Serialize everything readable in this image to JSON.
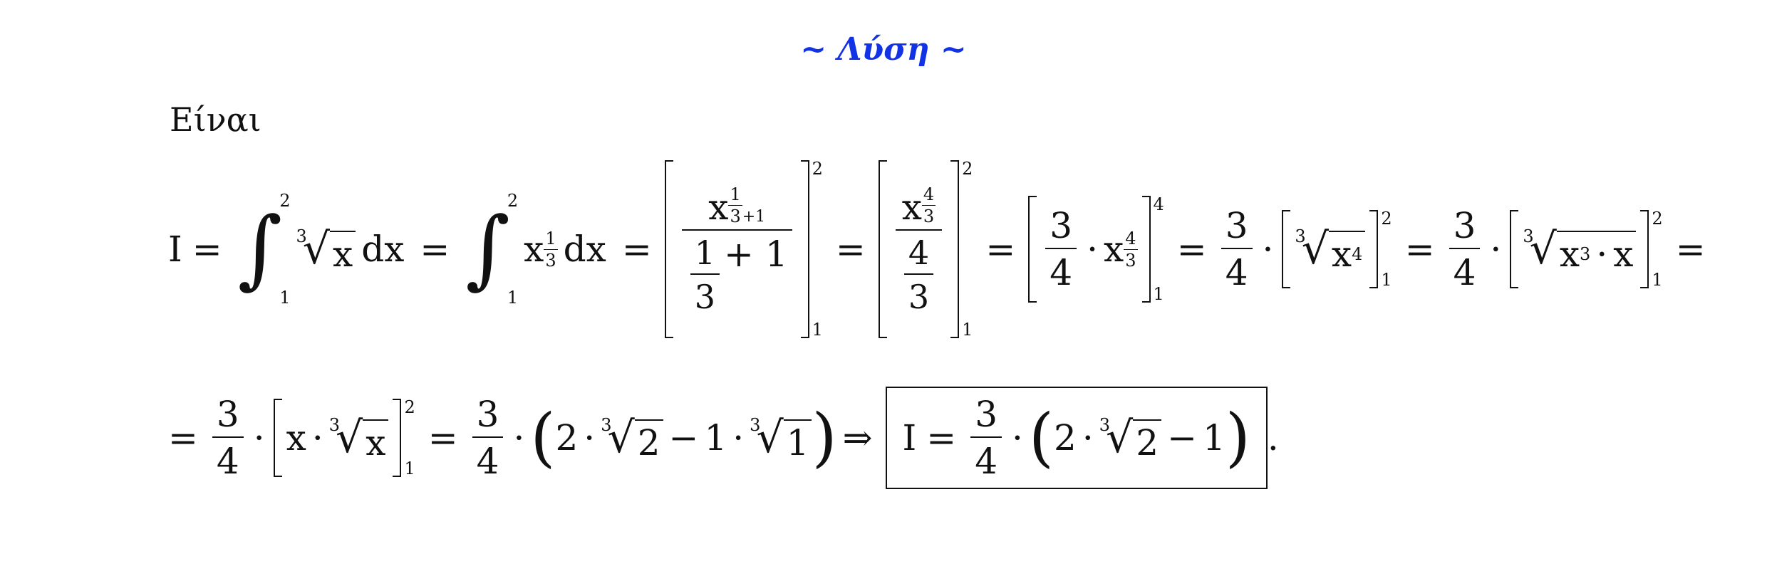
{
  "title": "~ Λύση ~",
  "intro": "Είναι",
  "sym": {
    "I": "I",
    "eq": "=",
    "dx": "dx",
    "x": "x",
    "dot": "·",
    "plus": "+",
    "minus": "−",
    "implies": "⇒",
    "integral": "∫",
    "radical": "√",
    "lparen": "(",
    "rparen": ")",
    "period": "."
  },
  "nums": {
    "one": "1",
    "two": "2",
    "three": "3",
    "four": "4",
    "plus_one": "+1",
    "plus_one_spaced": "+ 1"
  }
}
